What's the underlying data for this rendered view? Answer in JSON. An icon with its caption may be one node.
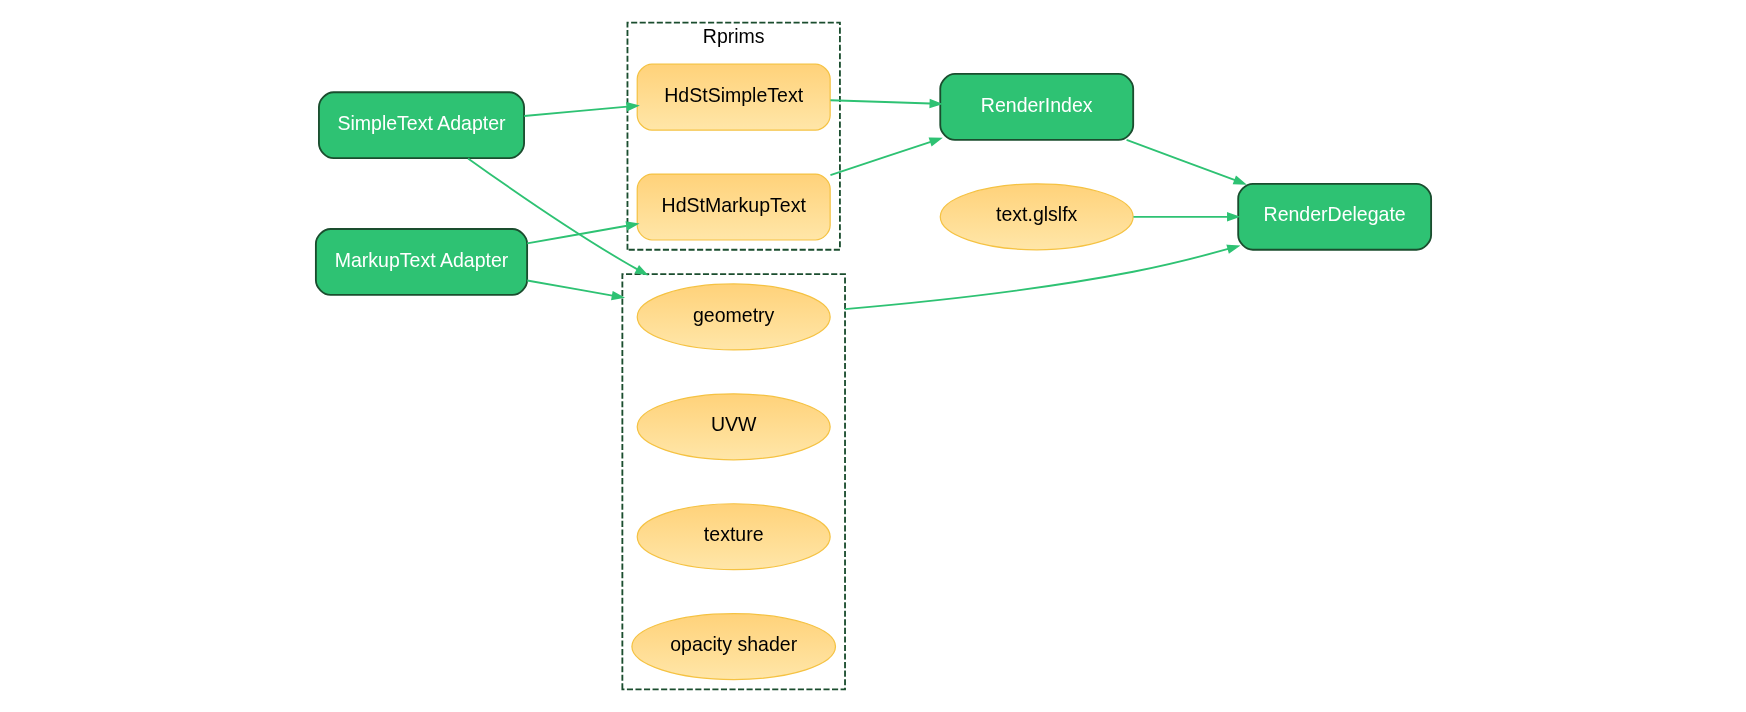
{
  "diagram": {
    "nodes": [
      {
        "text": [
          "SimpleText Adapter"
        ]
      },
      {
        "text": [
          "MarkupText Adapter"
        ]
      },
      {
        "text": [
          "Rprims"
        ]
      },
      {
        "text": [
          "HdStSimpleText"
        ],
        "in": 2
      },
      {
        "text": [
          "HdStMarkupText"
        ],
        "in": 2
      },
      {
        "text": [
          "RenderIndex"
        ]
      },
      {
        "text": [
          "text.glslfx"
        ]
      },
      {
        "text": [
          "RenderDelegate"
        ]
      },
      {
        "text": [],
        "shape": "box"
      },
      {
        "text": [
          "geometry"
        ],
        "in": 8
      },
      {
        "text": [
          "UVW"
        ],
        "in": 8
      },
      {
        "text": [
          "texture"
        ],
        "in": 8
      },
      {
        "text": [
          "opacity shader"
        ],
        "in": 8
      }
    ],
    "edges": [
      {
        "from": 0,
        "to": 3,
        "arrow": "to"
      },
      {
        "from": 1,
        "to": 4,
        "arrow": "to"
      },
      {
        "from": 0,
        "to": 8,
        "arrow": "to"
      },
      {
        "from": 1,
        "to": 8,
        "arrow": "to"
      },
      {
        "from": 3,
        "to": 5,
        "arrow": "to"
      },
      {
        "from": 4,
        "to": 5,
        "arrow": "to"
      },
      {
        "from": 5,
        "to": 7,
        "arrow": "to"
      },
      {
        "from": 6,
        "to": 7,
        "arrow": "to"
      },
      {
        "from": 8,
        "to": 7,
        "arrow": "to"
      }
    ]
  }
}
